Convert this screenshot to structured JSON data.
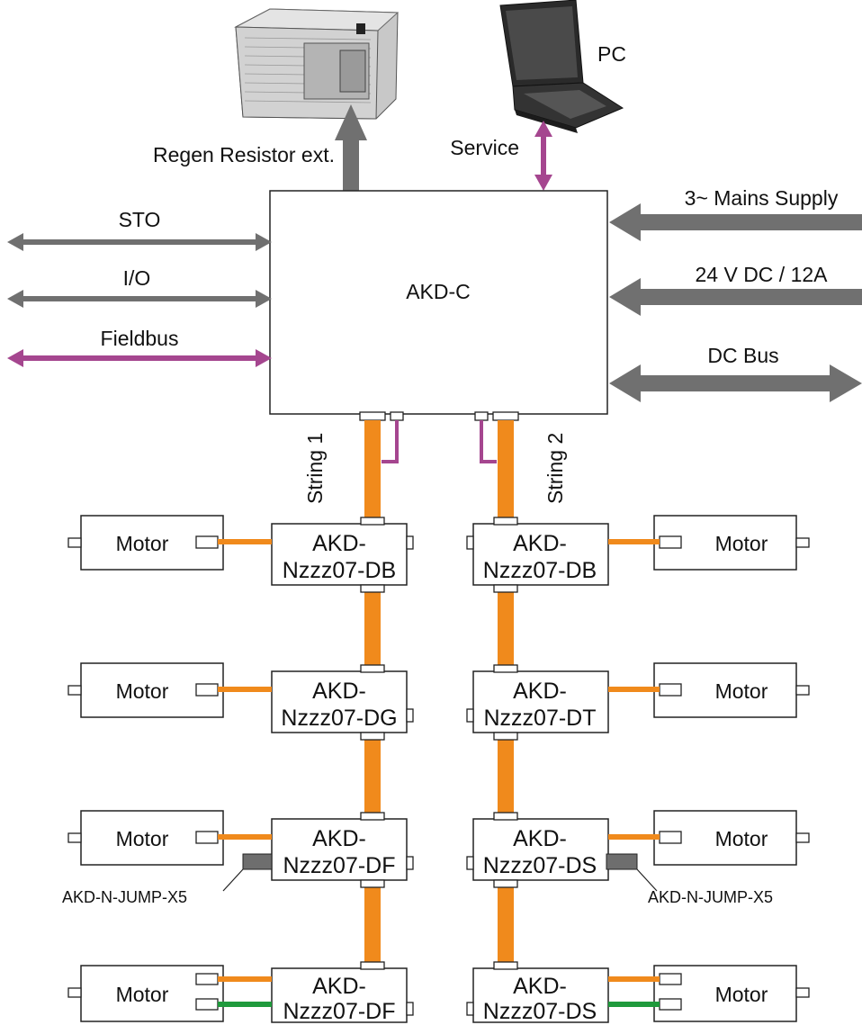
{
  "colors": {
    "arrow_gray": "#707070",
    "arrow_purple": "#a5468f",
    "cable_orange": "#f08a1c",
    "cable_green": "#1f9a3c",
    "jumper_gray": "#6e6e6e",
    "box_stroke": "#222222"
  },
  "icons": {
    "regen_resistor": "regen-resistor-image",
    "pc": "laptop-image"
  },
  "top": {
    "regen_resistor": "Regen Resistor ext.",
    "service": "Service",
    "pc": "PC"
  },
  "controller": {
    "label": "AKD-C"
  },
  "left_ports": {
    "sto": "STO",
    "io": "I/O",
    "fieldbus": "Fieldbus"
  },
  "right_ports": {
    "mains": "3~ Mains Supply",
    "dc24": "24 V DC / 12A",
    "dc_bus": "DC Bus"
  },
  "strings": {
    "string1": "String 1",
    "string2": "String 2"
  },
  "left_chain": [
    {
      "line1": "AKD-",
      "line2": "Nzzz07-DB",
      "motor": "Motor"
    },
    {
      "line1": "AKD-",
      "line2": "Nzzz07-DG",
      "motor": "Motor"
    },
    {
      "line1": "AKD-",
      "line2": "Nzzz07-DF",
      "motor": "Motor",
      "jumper": "AKD-N-JUMP-X5"
    },
    {
      "line1": "AKD-",
      "line2": "Nzzz07-DF",
      "motor": "Motor"
    }
  ],
  "right_chain": [
    {
      "line1": "AKD-",
      "line2": "Nzzz07-DB",
      "motor": "Motor"
    },
    {
      "line1": "AKD-",
      "line2": "Nzzz07-DT",
      "motor": "Motor"
    },
    {
      "line1": "AKD-",
      "line2": "Nzzz07-DS",
      "motor": "Motor",
      "jumper": "AKD-N-JUMP-X5"
    },
    {
      "line1": "AKD-",
      "line2": "Nzzz07-DS",
      "motor": "Motor"
    }
  ]
}
